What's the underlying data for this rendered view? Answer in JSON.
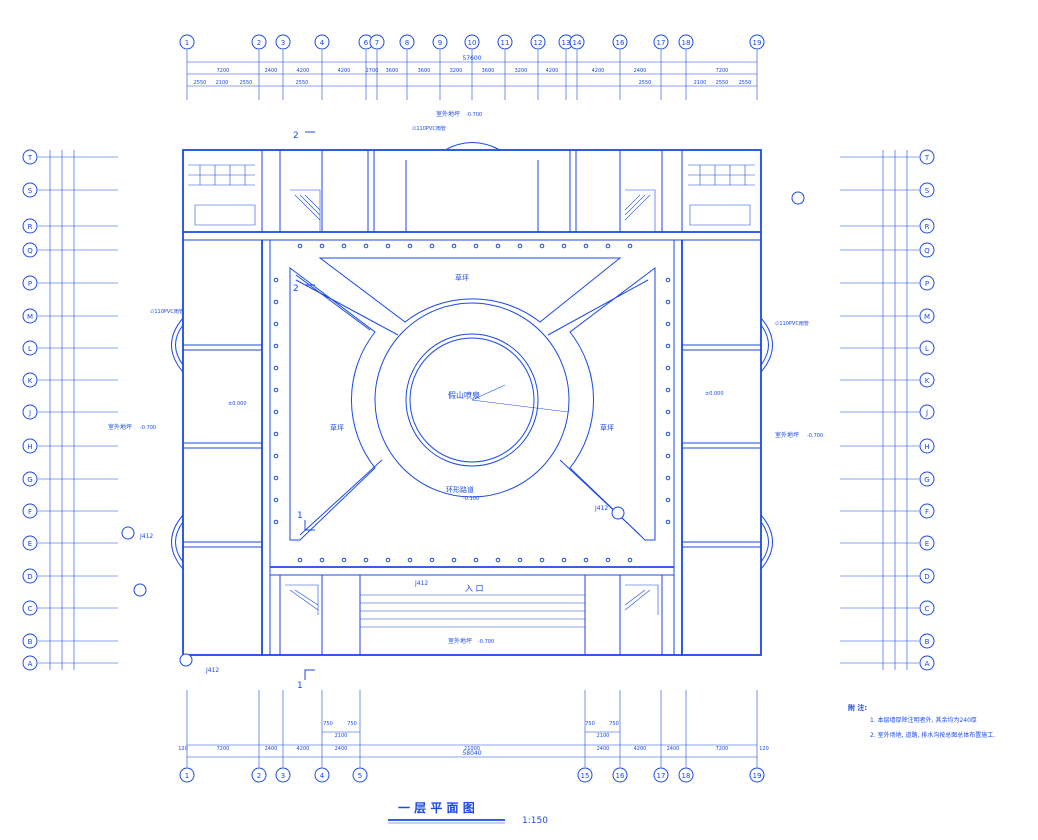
{
  "drawing": {
    "title": "一 层 平 面 图",
    "scale": "1:150",
    "accent": "#1a49e6"
  },
  "axes": {
    "top": [
      "1",
      "2",
      "3",
      "4",
      "6",
      "7",
      "8",
      "9",
      "10",
      "11",
      "12",
      "13",
      "14",
      "16",
      "17",
      "18",
      "19"
    ],
    "bottom": [
      "1",
      "2",
      "3",
      "4",
      "5",
      "15",
      "16",
      "17",
      "18",
      "19"
    ],
    "side": [
      "T",
      "S",
      "R",
      "Q",
      "P",
      "M",
      "L",
      "K",
      "J",
      "H",
      "G",
      "F",
      "E",
      "D",
      "C",
      "B",
      "A"
    ]
  },
  "dims": {
    "top_total": "57600",
    "top_row": [
      "7200",
      "2400",
      "4200",
      "4200",
      "2700",
      "3600",
      "3600",
      "3200",
      "3600",
      "3200",
      "4200",
      "4200",
      "2400",
      "7200"
    ],
    "top_detail": [
      "2550",
      "2100",
      "2550",
      "2550",
      "2550",
      "2100",
      "2550",
      "2550"
    ],
    "bottom_total": "58040",
    "bottom_row": [
      "120",
      "7200",
      "2400",
      "4200",
      "2400",
      "21000",
      "2400",
      "4200",
      "2400",
      "7200",
      "120"
    ],
    "bottom_small": [
      "750",
      "750",
      "2100",
      "750",
      "750",
      "2100"
    ]
  },
  "rooms": {
    "courtyard_left": "草坪",
    "courtyard_right": "草坪",
    "courtyard_top": "草坪",
    "center": "假山喷泉",
    "ring_road": "环形路道",
    "entrance": "入 口",
    "outdoor": "室外地坪",
    "outdoor_level": "-0.700"
  },
  "notes": {
    "head": "附 注:",
    "items": [
      "1.  本层墙厚除注明者外, 其余均为240厚",
      "2.  室外场地, 道路, 排水沟按总图总体布置施工."
    ]
  },
  "tags": {
    "cut": "1",
    "cut2": "2",
    "detail": "J412",
    "pvc": "∅110PVC雨管",
    "level0": "±0.000",
    "level1": "-0.100"
  }
}
